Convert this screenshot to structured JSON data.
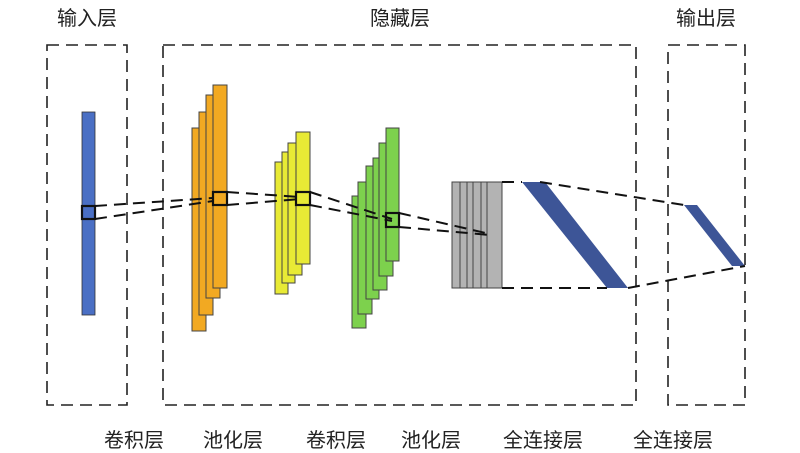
{
  "titles": {
    "input": "输入层",
    "hidden": "隐藏层",
    "output": "输出层"
  },
  "bottom_labels": [
    "卷积层",
    "池化层",
    "卷积层",
    "池化层",
    "全连接层",
    "全连接层"
  ],
  "colors": {
    "input": "#4a6fc4",
    "conv1": "#f2a922",
    "pool1": "#e8ea35",
    "conv2": "#7dd14d",
    "pool2": "#b3b3b3",
    "fc": "#3d5597"
  }
}
